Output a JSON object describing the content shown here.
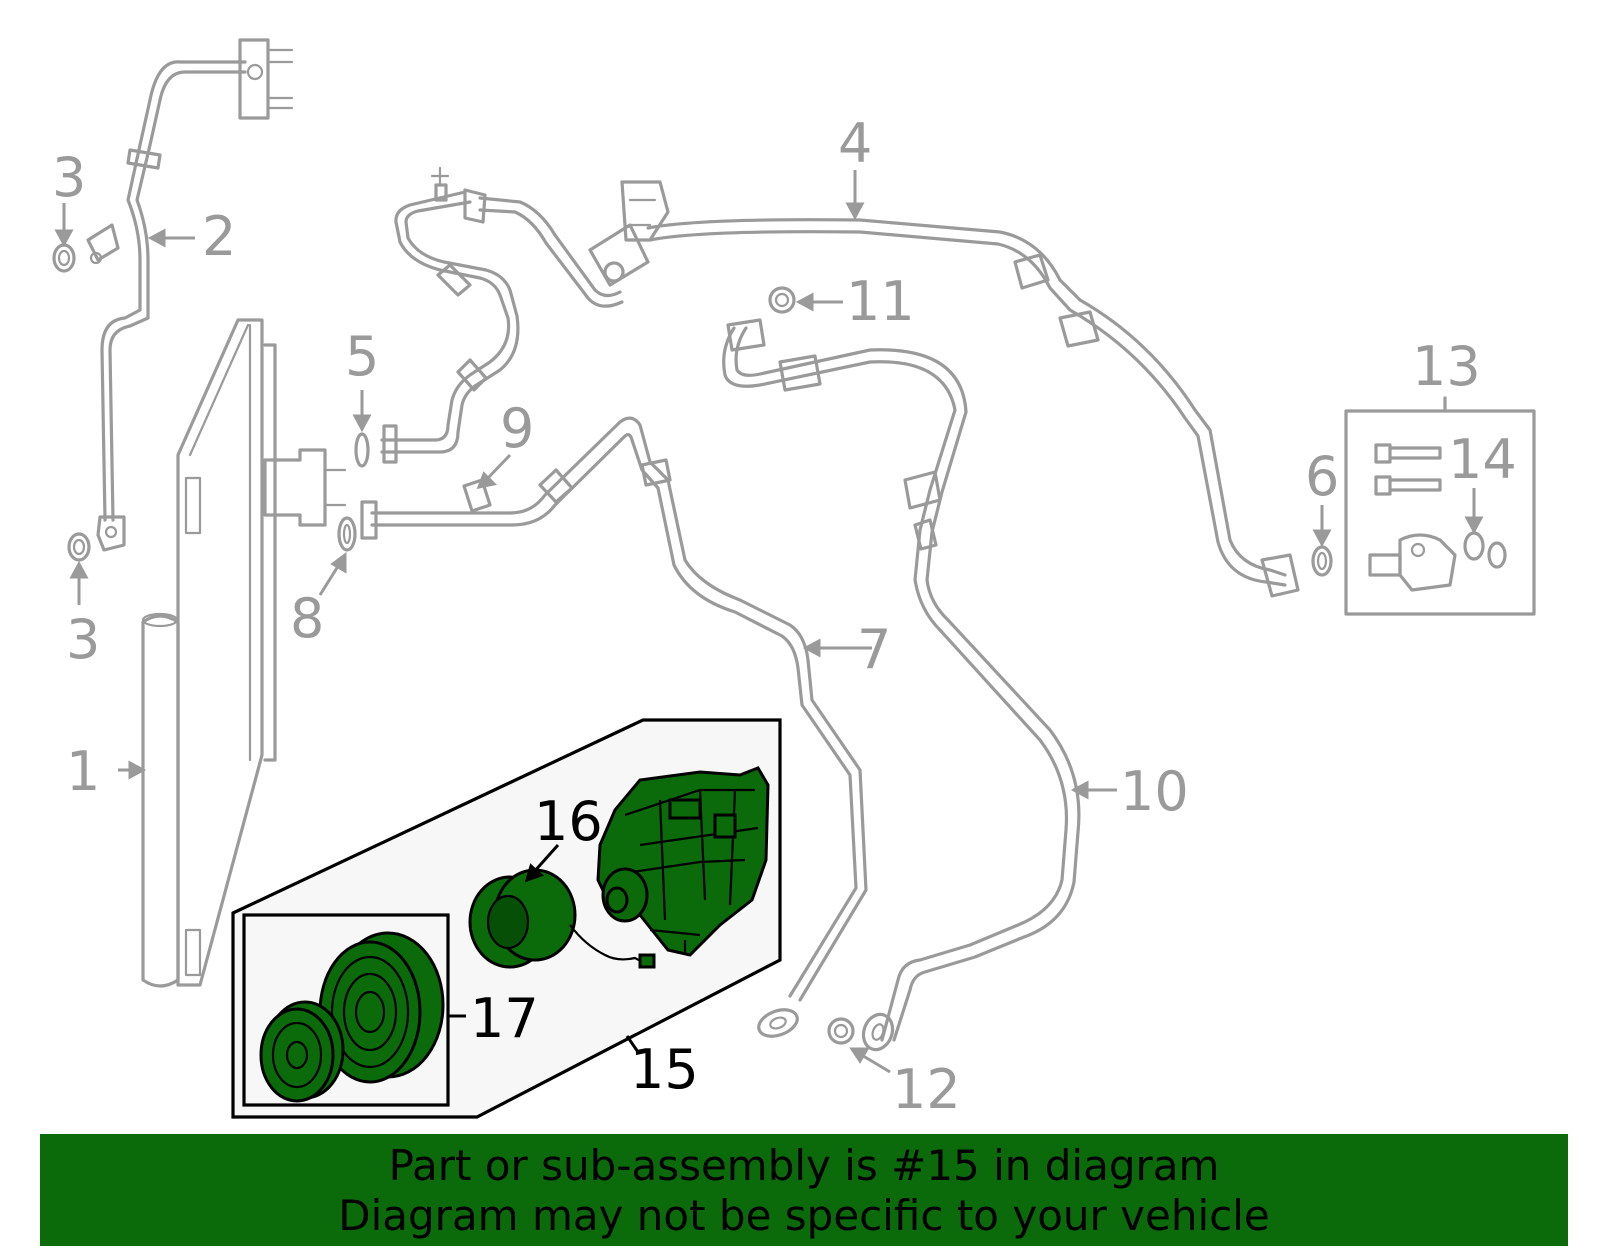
{
  "callouts": {
    "c1": "1",
    "c2": "2",
    "c3a": "3",
    "c3b": "3",
    "c4": "4",
    "c5": "5",
    "c6": "6",
    "c7": "7",
    "c8": "8",
    "c9": "9",
    "c10": "10",
    "c11": "11",
    "c12": "12",
    "c13": "13",
    "c14": "14",
    "c15": "15",
    "c16": "16",
    "c17": "17"
  },
  "banner": {
    "line1": "Part or sub-assembly is #15 in diagram",
    "line2": "Diagram may not be specific to your vehicle"
  },
  "colors": {
    "highlight": "#0b6b0b",
    "lines": "#9a9a9a",
    "panel": "#f7f7f7"
  }
}
